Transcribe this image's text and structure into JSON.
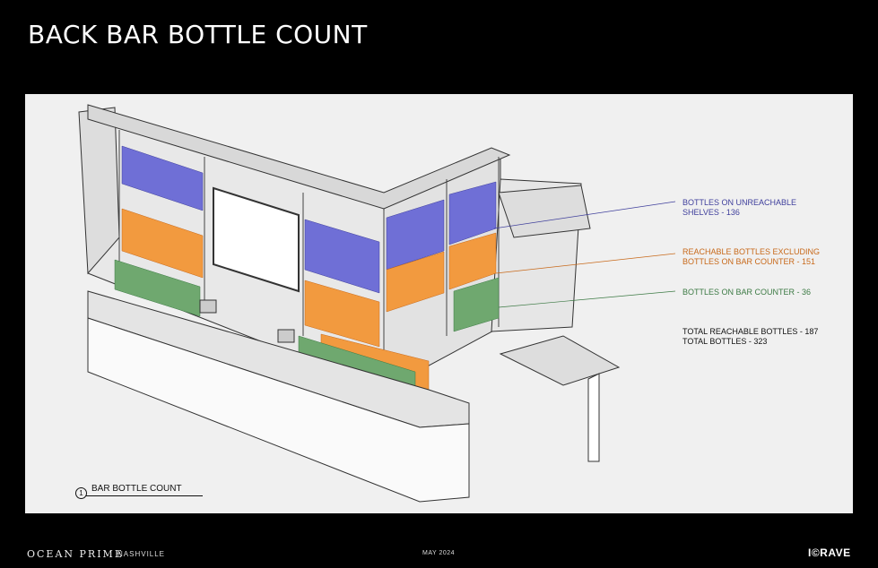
{
  "title": "BACK BAR BOTTLE COUNT",
  "legend": {
    "unreachable": "BOTTLES ON UNREACHABLE\nSHELVES - 136",
    "reachable": "REACHABLE BOTTLES EXCLUDING\nBOTTLES ON BAR COUNTER - 151",
    "counter": "BOTTLES ON BAR COUNTER - 36",
    "totals": "TOTAL REACHABLE BOTTLES - 187\nTOTAL BOTTLES - 323"
  },
  "colors": {
    "unreachable": "#6f6fd6",
    "reachable": "#f29a3f",
    "counter": "#6fa86f"
  },
  "caption": {
    "number": "1",
    "label": "BAR BOTTLE COUNT"
  },
  "footer": {
    "brand": "OCEAN PRIME",
    "city": "NASHVILLE",
    "date": "MAY 2024",
    "logo": "I©RAVE"
  }
}
